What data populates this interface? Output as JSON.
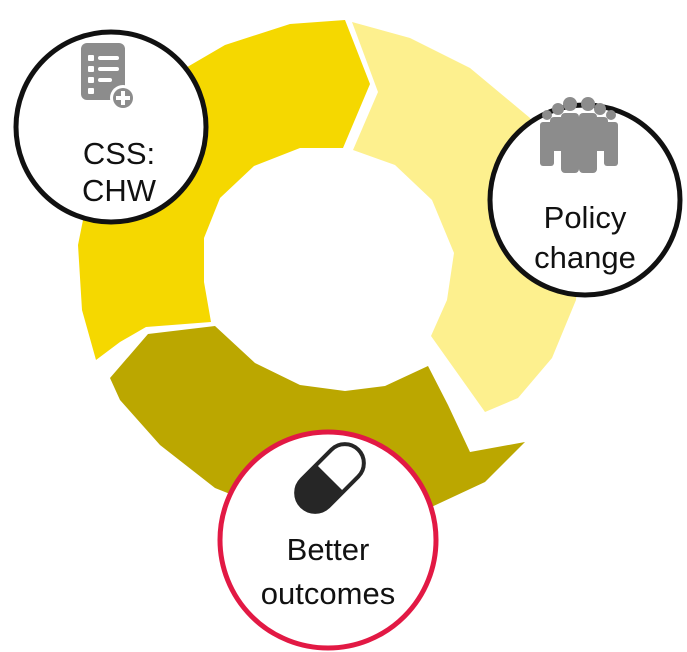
{
  "nodes": {
    "css_chw": {
      "line1": "CSS:",
      "line2": "CHW",
      "icon": "checklist-add-icon"
    },
    "policy_change": {
      "line1": "Policy",
      "line2": "change",
      "icon": "people-group-icon"
    },
    "better_outcomes": {
      "line1": "Better",
      "line2": "outcomes",
      "icon": "capsule-pill-icon"
    }
  },
  "colors": {
    "segment_gold": "#f5d800",
    "segment_pale": "#fdf08e",
    "segment_olive": "#bba700",
    "circle_border_default": "#111111",
    "circle_border_highlight": "#e21944",
    "icon_gray": "#8c8c8c",
    "icon_dark": "#262626"
  }
}
